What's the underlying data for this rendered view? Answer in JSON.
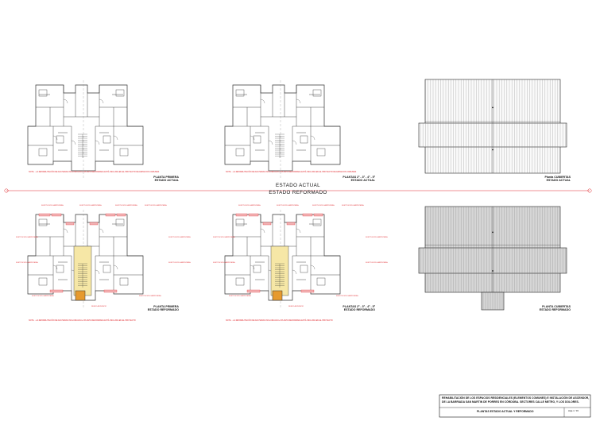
{
  "sheet": {
    "state_top": "ESTADO ACTUAL",
    "state_bottom": "ESTADO REFORMADO"
  },
  "plans": {
    "p1_actual": {
      "title": "PLANTA PRIMERA",
      "subtitle": "ESTADO ACTUAL"
    },
    "p2_actual": {
      "title": "PLANTAS 2ª - 3ª - 4ª - 5ª",
      "subtitle": "ESTADO ACTUAL"
    },
    "cub_actual": {
      "title": "Planta CUBIERTAS",
      "subtitle": "ESTADO ACTUAL"
    },
    "p1_reform": {
      "title": "PLANTA PRIMERA",
      "subtitle": "ESTADO REFORMADO"
    },
    "p2_reform": {
      "title": "PLANTAS 2ª - 3ª - 4ª - 5ª",
      "subtitle": "ESTADO REFORMADO"
    },
    "cub_reform": {
      "title": "PLANTA CUBIERTAS",
      "subtitle": "ESTADO REFORMADO"
    }
  },
  "notes": {
    "top_left": "NOTA: - LA REHABILITACIÓN DE FACHADAS INCLUIDA EN LA PLANTA REFORMADA ESTÁ INCLUIDA EN EL PROYECTO DE ESPACIOS COMUNES",
    "top_mid": "NOTA: - LA REHABILITACIÓN DE FACHADAS INCLUIDA EN LA PLANTA REFORMADA ESTÁ INCLUIDA EN EL PROYECTO DE ESPACIOS COMUNES",
    "bot_left": "NOTA: - LA REHABILITACIÓN DE FACHADAS INCLUIDA EN LA PLANTA REFORMADA ESTÁ INCLUIDA EN EL PROYECTO",
    "bot_mid": "NOTA: - LA REHABILITACIÓN DE FACHADAS INCLUIDA EN LA PLANTA REFORMADA ESTÁ INCLUIDA EN EL PROYECTO"
  },
  "tags": {
    "carpinteria": "SUSTITUCIÓN CARPINTERÍA",
    "ascensor": "NUEVO ASCENSOR"
  },
  "title_block": {
    "line1": "REHABILITACIÓN DE LOS ESPACIOS RESIDENCIALES (ELEMENTOS COMUNES) E INSTALACIÓN DE ASCENSOR,",
    "line2": "DE LA BARRIADA SAN MARTIN DE PORRES EN CÓRDOBA. SECTORES CALLE METRO, Y LOS DOLORES.",
    "line3": "PLANTAS ESTADO ACTUAL Y REFORMADO",
    "sheet_no": "Hoja n.º 03"
  },
  "colors": {
    "red": "#e0262b",
    "stair_fill": "#f6e7a6",
    "lift_fill": "#e69a2e",
    "carpentry_fill": "#f2b3b5",
    "line": "#333333",
    "roof_fill": "#d6d6d6"
  }
}
